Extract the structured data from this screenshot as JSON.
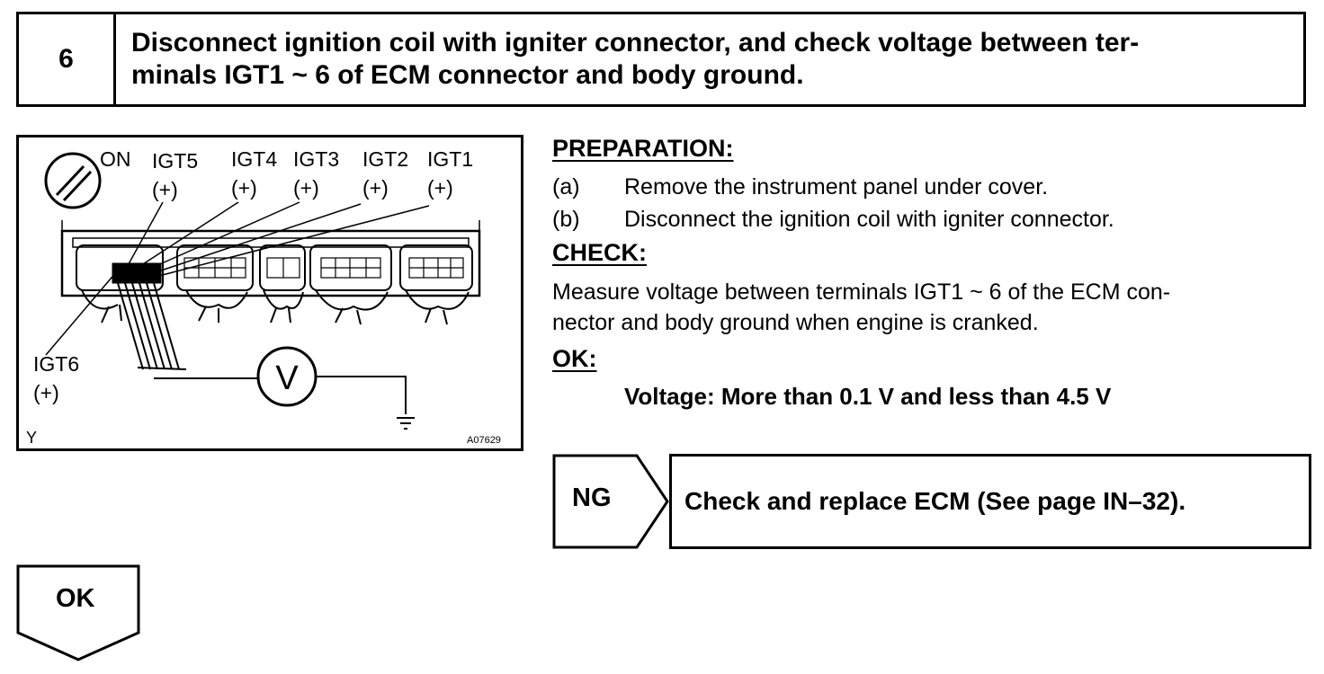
{
  "step": {
    "number": "6",
    "title_line1": "Disconnect ignition coil with igniter connector, and check voltage between ter-",
    "title_line2": "minals IGT1 ~ 6 of ECM connector and body ground."
  },
  "figure": {
    "switch_label": "ON",
    "terminals": [
      {
        "name": "IGT5",
        "polarity": "(+)"
      },
      {
        "name": "IGT4",
        "polarity": "(+)"
      },
      {
        "name": "IGT3",
        "polarity": "(+)"
      },
      {
        "name": "IGT2",
        "polarity": "(+)"
      },
      {
        "name": "IGT1",
        "polarity": "(+)"
      },
      {
        "name": "IGT6",
        "polarity": "(+)"
      }
    ],
    "meter_symbol": "V",
    "corner_code": "Y",
    "figure_id": "A07629"
  },
  "preparation": {
    "heading": "PREPARATION:",
    "items": [
      {
        "marker": "(a)",
        "text": "Remove the instrument panel under cover."
      },
      {
        "marker": "(b)",
        "text": "Disconnect the ignition coil with igniter connector."
      }
    ]
  },
  "check": {
    "heading": "CHECK:",
    "line1": "Measure voltage between terminals IGT1 ~ 6 of the ECM con-",
    "line2": "nector and body ground when engine is cranked."
  },
  "ok": {
    "heading": "OK:",
    "spec": "Voltage: More than 0.1 V and less than 4.5 V"
  },
  "ng_branch": {
    "label": "NG",
    "action": "Check and replace ECM (See page IN–32)."
  },
  "ok_branch": {
    "label": "OK"
  }
}
